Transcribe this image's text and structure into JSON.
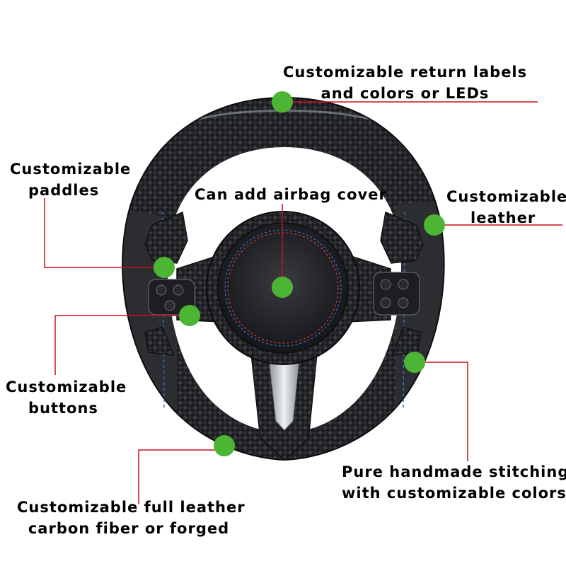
{
  "image": {
    "subject": "carbon fiber steering wheel with alcantara grips",
    "colors": {
      "background": "#ffffff",
      "marker": "#4cb533",
      "leader_line": "#c8111b",
      "carbon": "#1c1d20",
      "alcantara": "#2e2f33",
      "chrome": "#c9ccd2",
      "stitch_blue": "#3d6fd1",
      "stitch_red": "#d23a3a"
    }
  },
  "labels": {
    "return_marks": {
      "line1": "Customizable return labels",
      "line2": "and colors or LEDs"
    },
    "paddles": {
      "line1": "Customizable",
      "line2": "paddles"
    },
    "airbag": {
      "line1": "Can add airbag cover"
    },
    "leather": {
      "line1": "Customizable",
      "line2": "leather"
    },
    "buttons": {
      "line1": "Customizable",
      "line2": "buttons"
    },
    "stitching": {
      "line1": "Pure handmade stitching",
      "line2": "with customizable colors"
    },
    "material": {
      "line1": "Customizable full leather",
      "line2": "carbon fiber or forged"
    }
  }
}
